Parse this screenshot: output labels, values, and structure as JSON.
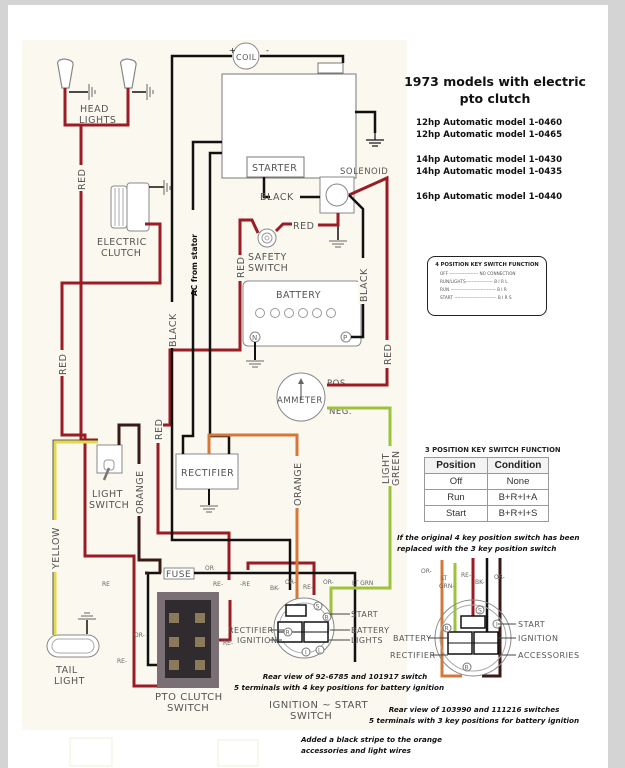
{
  "title": {
    "line1": "1973 models with electric",
    "line2": "pto clutch"
  },
  "models": [
    "12hp Automatic model 1-0460",
    "12hp Automatic model 1-0465",
    "14hp Automatic model 1-0430",
    "14hp Automatic model 1-0435",
    "16hp Automatic model 1-0440"
  ],
  "four_position_box": {
    "heading": "4 POSITION KEY SWITCH FUNCTION",
    "rows": [
      "OFF ------------------- NO CONNECTION",
      "RUN/LIGHTS------------------ B I R L",
      "RUN ------------------------------ B I R",
      "START ---------------------------- B I R S"
    ]
  },
  "three_position_table": {
    "heading": "3 POSITION KEY SWITCH FUNCTION",
    "columns": [
      "Position",
      "Condition"
    ],
    "rows": [
      [
        "Off",
        "None"
      ],
      [
        "Run",
        "B+R+I+A"
      ],
      [
        "Start",
        "B+R+I+S"
      ]
    ]
  },
  "notes": {
    "replaced": [
      "If the original 4 key position switch has been",
      "replaced with the 3 key position switch"
    ],
    "rear_view_4key": [
      "Rear view of 92-6785 and 101917 switch",
      "5 terminals with 4 key positions for battery ignition"
    ],
    "rear_view_3key": [
      "Rear view of 103990 and 111216 switches",
      "5 terminals with 3 key positions for battery ignition"
    ],
    "stripe": [
      "Added a black stripe to the orange",
      "accessories and light wires"
    ]
  },
  "components": {
    "coil": "COIL",
    "coil_plus": "+",
    "coil_minus": "-",
    "head_lights": [
      "HEAD",
      "LIGHTS"
    ],
    "electric_clutch": [
      "ELECTRIC",
      "CLUTCH"
    ],
    "starter": "STARTER",
    "solenoid": "SOLENOID",
    "safety_switch": [
      "SAFETY",
      "SWITCH"
    ],
    "battery": "BATTERY",
    "battery_neg": "N",
    "battery_pos": "P",
    "ammeter": "AMMETER",
    "ammeter_pos": "POS.",
    "ammeter_neg": "NEG.",
    "rectifier": "RECTIFIER",
    "light_switch": [
      "LIGHT",
      "SWITCH"
    ],
    "fuse": "FUSE",
    "tail_light": [
      "TAIL",
      "LIGHT"
    ],
    "pto_clutch_switch": [
      "PTO CLUTCH",
      "SWITCH"
    ],
    "ignition_start_switch": [
      "IGNITION ~ START",
      "SWITCH"
    ]
  },
  "wire_labels": {
    "red": "RED",
    "black": "BLACK",
    "orange": "ORANGE",
    "yellow": "YELLOW",
    "light_green": [
      "LIGHT",
      "GREEN"
    ],
    "ac_from_stator": "AC from stator",
    "or": "OR",
    "re": "RE",
    "re_dash": "RE-",
    "dash_re": "-RE",
    "or_dash": "OR-",
    "bk_dash": "BK-",
    "lt_grn": "LT GRN",
    "lt": "LT",
    "grn_dash": "GRN-"
  },
  "switch4_terminals": {
    "s": "S",
    "b": "B",
    "r": "R",
    "i": "I",
    "l": "L",
    "start": "START",
    "battery": "BATTERY",
    "lights": "LIGHTS",
    "rectifier": "RECTIFIER",
    "ignition": "IGNITION"
  },
  "switch3_terminals": {
    "s": "S",
    "i": "I",
    "r": "R",
    "b": "B",
    "start": "START",
    "ignition": "IGNITION",
    "accessories": "ACCESSORIES",
    "battery": "BATTERY",
    "rectifier": "RECTIFIER"
  },
  "colors": {
    "red_wire": "#9b1c24",
    "black_wire": "#111111",
    "orange_wire": "#d4783a",
    "yellow_wire": "#e6d84a",
    "green_wire": "#9cc23e",
    "brown_wire": "#3a1a14",
    "component_stroke": "#888888",
    "page_border": "#d4d4d4",
    "diagram_bg": "#fbf8ef"
  }
}
